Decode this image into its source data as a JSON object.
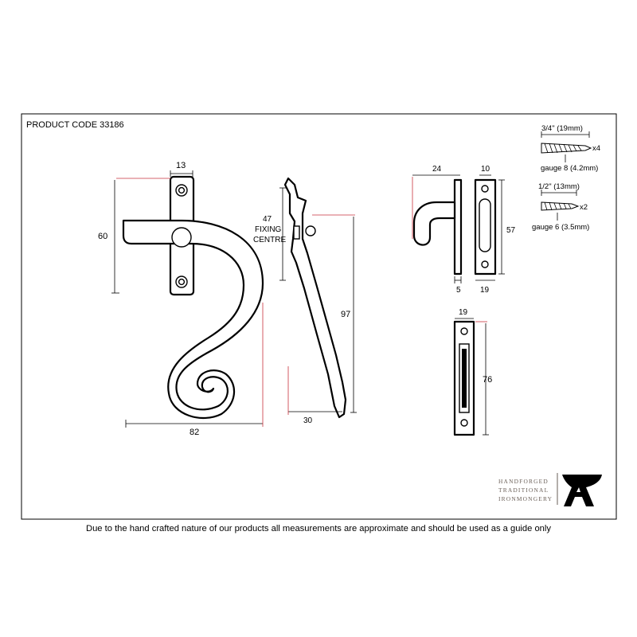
{
  "product_code": "PRODUCT CODE 33186",
  "dimensions": {
    "handle_width": "13",
    "handle_height": "60",
    "fixing_centre_value": "47",
    "fixing_centre_label_1": "FIXING",
    "fixing_centre_label_2": "CENTRE",
    "overall_height": "97",
    "overall_width": "82",
    "projection": "30",
    "keep_depth": "24",
    "keep_width": "10",
    "keep_height": "57",
    "keep_plate_thickness": "5",
    "keep_plate_width": "19",
    "plate_width": "19",
    "plate_height": "76"
  },
  "screws": [
    {
      "size": "3/4\" (19mm)",
      "qty": "x4",
      "gauge": "gauge 8 (4.2mm)"
    },
    {
      "size": "1/2\" (13mm)",
      "qty": "x2",
      "gauge": "gauge 6 (3.5mm)"
    }
  ],
  "brand": {
    "line1": "HANDFORGED",
    "line2": "TRADITIONAL",
    "line3": "IRONMONGERY",
    "logo": "anvil-A-logo",
    "color": "#6a5f57"
  },
  "disclaimer": "Due to the hand crafted nature of our products all measurements are approximate and should be used as a guide only"
}
